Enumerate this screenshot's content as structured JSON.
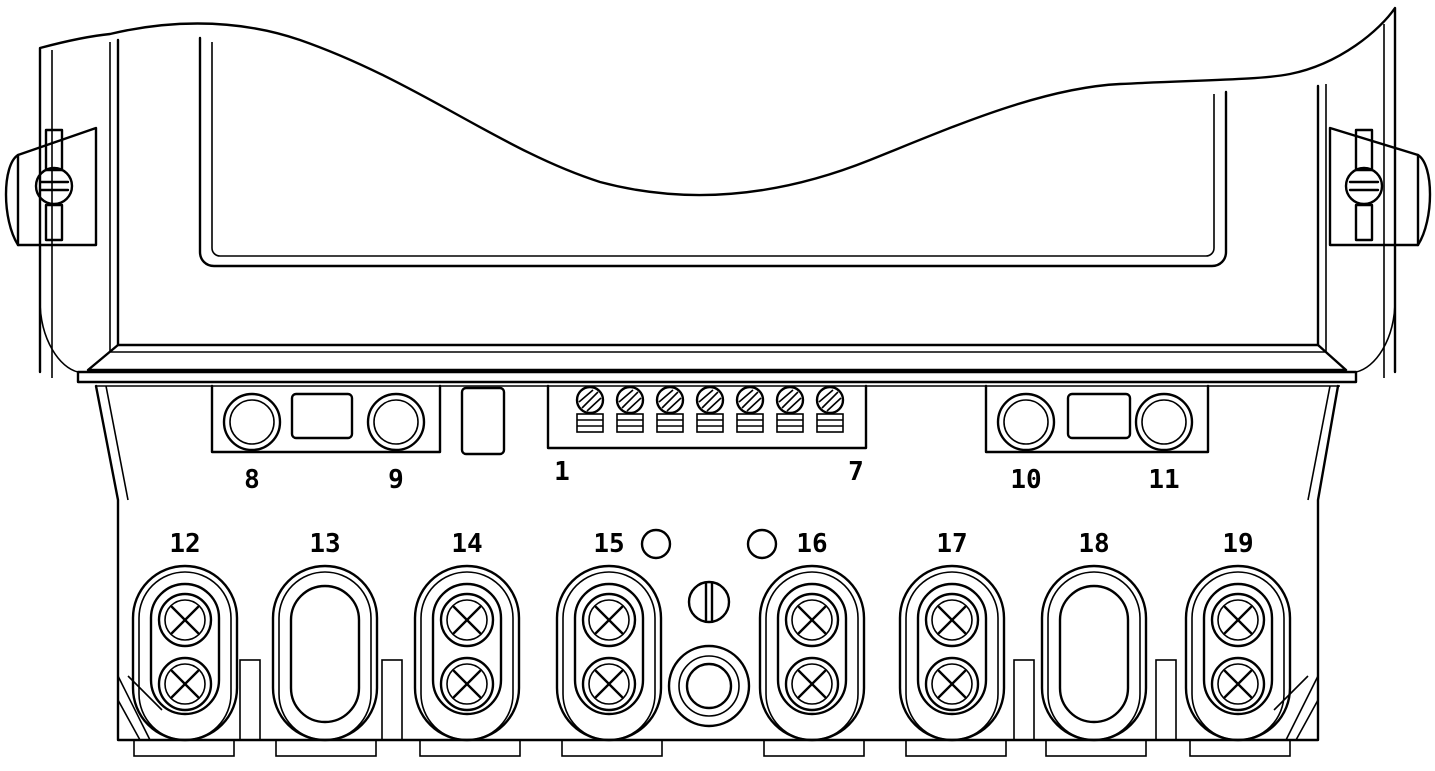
{
  "diagram": {
    "line_color": "#000000",
    "background": "#ffffff",
    "aux_terminals": {
      "first_label": "1",
      "last_label": "7"
    },
    "pulse_terminals": [
      {
        "label": "8"
      },
      {
        "label": "9"
      },
      {
        "label": "10"
      },
      {
        "label": "11"
      }
    ],
    "main_terminals": [
      {
        "label": "12",
        "type": "screws"
      },
      {
        "label": "13",
        "type": "empty"
      },
      {
        "label": "14",
        "type": "screws"
      },
      {
        "label": "15",
        "type": "screws"
      },
      {
        "label": "16",
        "type": "screws"
      },
      {
        "label": "17",
        "type": "screws"
      },
      {
        "label": "18",
        "type": "empty"
      },
      {
        "label": "19",
        "type": "screws"
      }
    ]
  }
}
